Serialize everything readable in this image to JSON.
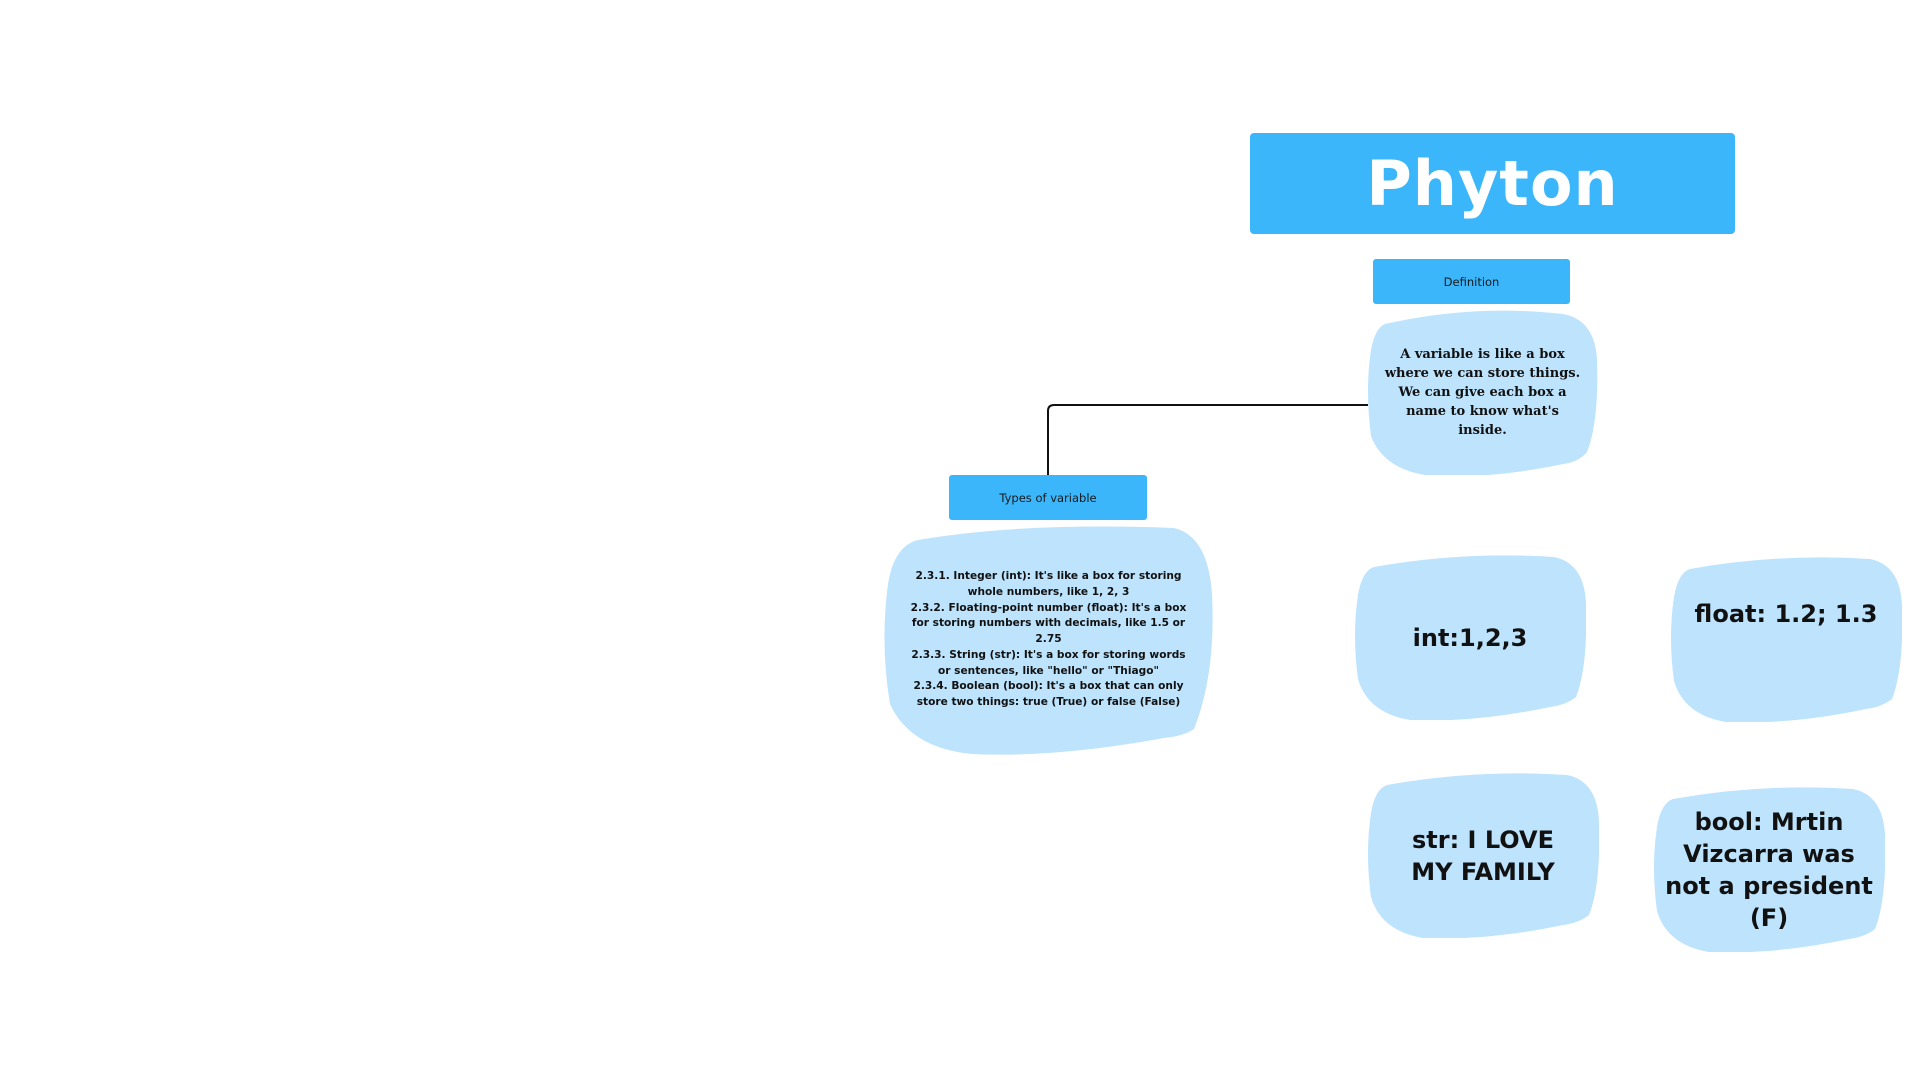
{
  "title": "Phyton",
  "definition": {
    "label": "Definition",
    "text": "A variable is like a box where we can store things. We can give each box a name to know what's inside."
  },
  "types": {
    "label": "Types of variable",
    "text": "2.3.1. Integer (int): It's like a box for storing whole numbers, like 1, 2, 3\n2.3.2. Floating-point number (float): It's a box for storing numbers with decimals, like 1.5 or 2.75\n2.3.3. String (str): It's a box for storing words or sentences, like \"hello\" or \"Thiago\"\n2.3.4. Boolean (bool): It's a box that can only store two things: true (True) or false (False)"
  },
  "examples": {
    "int": "int:1,2,3",
    "float": "float: 1.2; 1.3",
    "str": "str: I LOVE MY FAMILY",
    "bool": "bool: Mrtin Vizcarra was not a president  (F)"
  },
  "colors": {
    "header_blue": "#3bb6fb",
    "bubble_blue": "#bde3fd",
    "connector": "#111111"
  }
}
